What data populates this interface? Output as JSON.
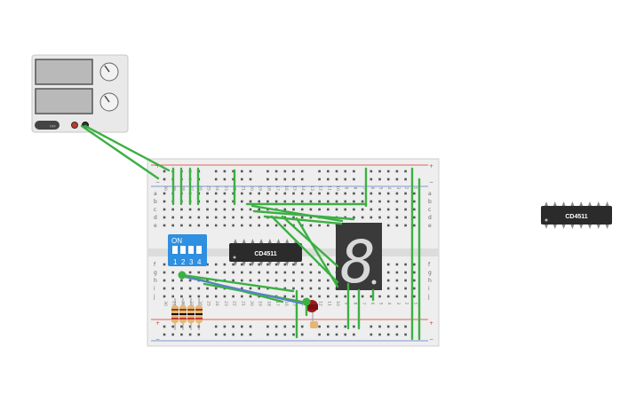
{
  "colors": {
    "wire": "#3cb043",
    "rail_red": "#d9342b",
    "rail_blue": "#5a7fd0",
    "chip": "#2b2b2b",
    "dip_switch": "#2f8fe0",
    "led": "#9a1a1a",
    "resistor": "#e7b675"
  },
  "components": {
    "ic1_label": "CD4511",
    "ic2_label": "CD4511",
    "dip_switch_on": "ON",
    "dip_switch_numbers": [
      "1",
      "2",
      "3",
      "4"
    ],
    "power_supply_switch": "OFF",
    "seven_segment_digit": "8"
  },
  "breadboard": {
    "row_letters_top": [
      "a",
      "b",
      "c",
      "d",
      "e"
    ],
    "row_letters_bottom": [
      "f",
      "g",
      "h",
      "i",
      "j"
    ],
    "rail_plus": "+",
    "rail_minus": "−",
    "column_numbers": [
      "30",
      "29",
      "28",
      "27",
      "26",
      "25",
      "24",
      "23",
      "22",
      "21",
      "20",
      "19",
      "18",
      "17",
      "16",
      "15",
      "14",
      "13",
      "12",
      "11",
      "10",
      "9",
      "8",
      "7",
      "6",
      "5",
      "4",
      "3",
      "2",
      "1"
    ]
  },
  "icons": {
    "knob_top": "voltage-knob-icon",
    "knob_bottom": "current-knob-icon"
  }
}
